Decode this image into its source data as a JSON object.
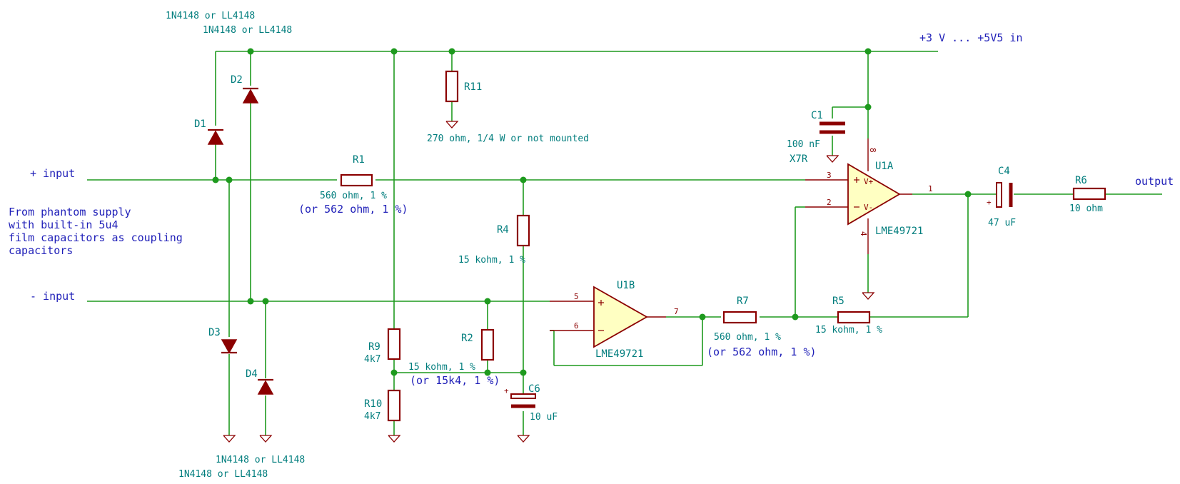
{
  "schematic": {
    "nets": {
      "supply": "+3 V ... +5V5 in",
      "plus_input": "+ input",
      "minus_input": "- input",
      "output": "output"
    },
    "note_lines": [
      "From phantom supply",
      "with built-in 5u4",
      "film capacitors as coupling",
      "capacitors"
    ],
    "diodes": {
      "d1": "D1",
      "d2": "D2",
      "d3": "D3",
      "d4": "D4",
      "top_value_1": "1N4148 or LL4148",
      "top_value_2": "1N4148 or LL4148",
      "bottom_value_1": "1N4148 or LL4148",
      "bottom_value_2": "1N4148 or LL4148"
    },
    "resistors": {
      "r1": {
        "ref": "R1",
        "value": "560 ohm, 1 %",
        "alt": "(or 562 ohm, 1 %)"
      },
      "r2": {
        "ref": "R2",
        "value": "15 kohm, 1 %",
        "alt": "(or 15k4, 1 %)"
      },
      "r4": {
        "ref": "R4",
        "value": "15 kohm, 1 %"
      },
      "r5": {
        "ref": "R5",
        "value": "15 kohm, 1 %"
      },
      "r6": {
        "ref": "R6",
        "value": "10 ohm"
      },
      "r7": {
        "ref": "R7",
        "value": "560 ohm, 1 %",
        "alt": "(or 562 ohm, 1 %)"
      },
      "r9": {
        "ref": "R9",
        "value": "4k7"
      },
      "r10": {
        "ref": "R10",
        "value": "4k7"
      },
      "r11": {
        "ref": "R11",
        "value": "270 ohm, 1/4 W or not mounted"
      }
    },
    "capacitors": {
      "c1": {
        "ref": "C1",
        "value": "100 nF",
        "dielectric": "X7R"
      },
      "c4": {
        "ref": "C4",
        "value": "47 uF"
      },
      "c6": {
        "ref": "C6",
        "value": "10 uF"
      }
    },
    "opamps": {
      "u1a": {
        "ref": "U1A",
        "part": "LME49721",
        "pins": {
          "plus": "3",
          "minus": "2",
          "out": "1",
          "vplus": "8",
          "vminus": "4"
        }
      },
      "u1b": {
        "ref": "U1B",
        "part": "LME49721",
        "pins": {
          "plus": "5",
          "minus": "6",
          "out": "7"
        }
      }
    },
    "colors": {
      "wire": "#1e9a1e",
      "component": "#8b0000",
      "label": "#007d7d",
      "net_label": "#1f1fb8",
      "opamp_fill": "#ffffc2"
    }
  }
}
